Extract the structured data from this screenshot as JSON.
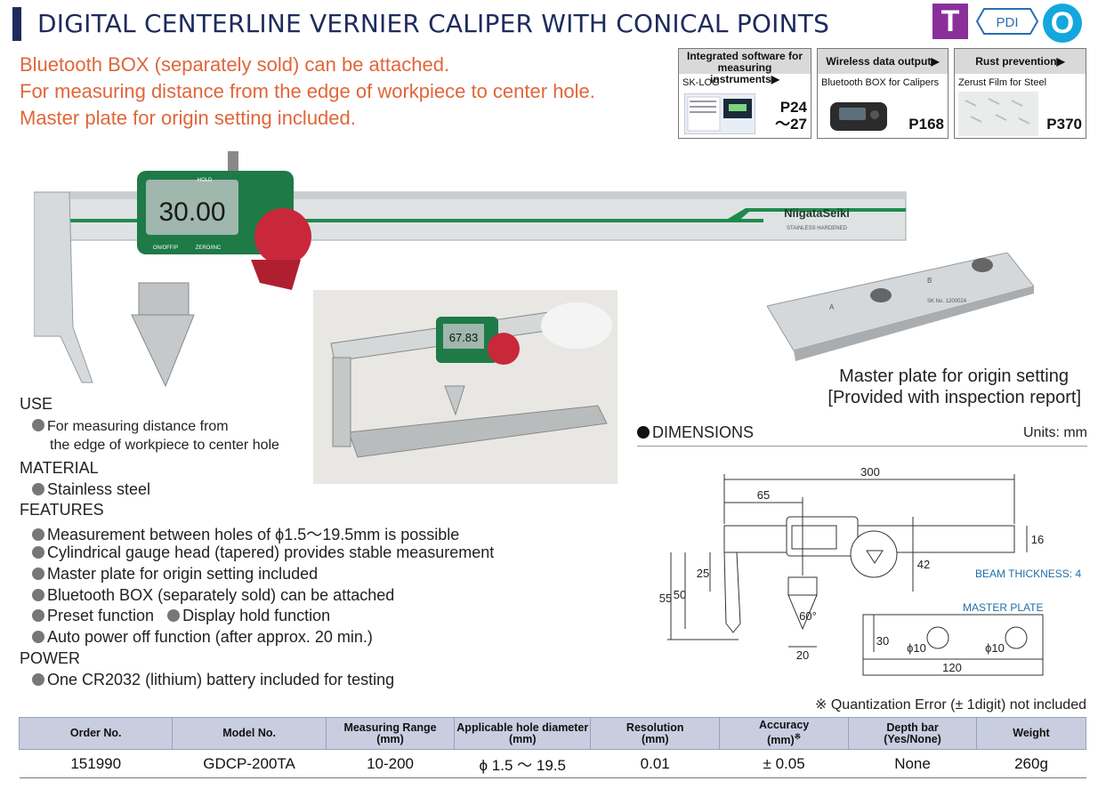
{
  "header": {
    "title": "DIGITAL CENTERLINE VERNIER CALIPER WITH CONICAL POINTS",
    "badges": {
      "t": "T",
      "pdi": "PDI",
      "o": "O"
    }
  },
  "intro": [
    "Bluetooth BOX (separately sold) can be attached.",
    "For measuring distance from the edge of workpiece to center hole.",
    "Master plate for origin setting included."
  ],
  "refs": [
    {
      "heading": "Integrated software for measuring instruments▶",
      "sub": "SK-LOG",
      "page": "P24\n～27"
    },
    {
      "heading": "Wireless data output▶",
      "sub": "Bluetooth BOX for Calipers",
      "page": "P168"
    },
    {
      "heading": "Rust prevention▶",
      "sub": "Zerust Film for Steel",
      "page": "P370"
    }
  ],
  "product_image": {
    "display_value": "30.00",
    "hold_label": "HOLD",
    "on_off_label": "ON/OFF/P",
    "zero_label": "ZERO/INC",
    "brand": "NiigataSeiki",
    "brand_sub": "STAINLESS HARDENED",
    "photo_display": "67.83"
  },
  "master_plate_image": {
    "label_a": "A",
    "label_b": "B",
    "serial": "SK No. 1200024"
  },
  "master_plate_caption": [
    "Master plate for origin setting",
    "[Provided with inspection report]"
  ],
  "specs": {
    "use_heading": "USE",
    "use_items": [
      "For measuring distance from",
      "the edge of workpiece to center hole"
    ],
    "material_heading": "MATERIAL",
    "material_items": [
      "Stainless steel"
    ],
    "features_heading": "FEATURES",
    "features_items": [
      "Measurement between holes of ϕ1.5～19.5mm is possible",
      "Cylindrical gauge head (tapered) provides stable measurement",
      "Master plate for origin setting included",
      "Bluetooth BOX (separately sold) can be attached",
      "Preset function",
      "Display hold function",
      "Auto power off function (after approx. 20 min.)"
    ],
    "power_heading": "POWER",
    "power_items": [
      "One CR2032 (lithium) battery included for testing"
    ]
  },
  "dimensions": {
    "title": "DIMENSIONS",
    "units": "Units: mm",
    "length": "300",
    "length_to_head": "65",
    "beam_height": "16",
    "beam_thickness": "BEAM THICKNESS: 4",
    "head_height": "42",
    "jaw_25": "25",
    "jaw_50": "50",
    "jaw_55": "55",
    "angle": "60°",
    "tip_width": "20",
    "master_plate_label": "MASTER PLATE",
    "mp_height": "30",
    "mp_hole_1": "ϕ10",
    "mp_hole_2": "ϕ10",
    "mp_length": "120"
  },
  "quant_note": "※ Quantization Error (± 1digit) not included",
  "table": {
    "headers": [
      "Order No.",
      "Model No.",
      "Measuring Range\n(mm)",
      "Applicable hole diameter\n(mm)",
      "Resolution\n(mm)",
      "Accuracy\n(mm)",
      "Depth bar\n(Yes/None)",
      "Weight"
    ],
    "accuracy_mark": "※",
    "rows": [
      [
        "151990",
        "GDCP-200TA",
        "10-200",
        "ϕ 1.5 ～ 19.5",
        "0.01",
        "± 0.05",
        "None",
        "260g"
      ]
    ]
  },
  "colors": {
    "accent_orange": "#e0663a",
    "title_navy": "#1e2b5c",
    "badge_purple": "#8a2f9a",
    "badge_blue": "#13a7dd",
    "caliper_green": "#1f8a4c",
    "knob_red": "#c8283a",
    "table_header": "#c9cde0"
  }
}
